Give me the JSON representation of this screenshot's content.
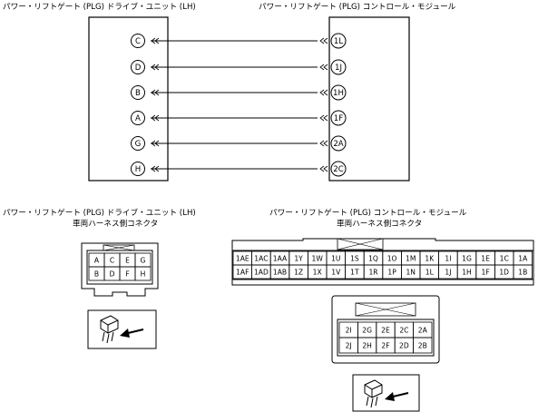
{
  "titles": {
    "left_unit": "パワー・リフトゲート (PLG) ドライブ・ユニット (LH)",
    "right_unit": "パワー・リフトゲート (PLG) コントロール・モジュール"
  },
  "wiring": [
    {
      "left": "C",
      "right": "1L"
    },
    {
      "left": "D",
      "right": "1J"
    },
    {
      "left": "B",
      "right": "1H"
    },
    {
      "left": "A",
      "right": "1F"
    },
    {
      "left": "G",
      "right": "2A"
    },
    {
      "left": "H",
      "right": "2C"
    }
  ],
  "connector_left": {
    "caption1": "パワー・リフトゲート (PLG) ドライブ・ユニット (LH)",
    "caption2": "車両ハーネス側コネクタ",
    "rows": [
      [
        "A",
        "C",
        "E",
        "G"
      ],
      [
        "B",
        "D",
        "F",
        "H"
      ]
    ]
  },
  "connector_right": {
    "caption1": "パワー・リフトゲート (PLG) コントロール・モジュール",
    "caption2": "車両ハーネス側コネクタ",
    "rows1": [
      [
        "1AE",
        "1AC",
        "1AA",
        "1Y",
        "1W",
        "1U",
        "1S",
        "1Q",
        "1O",
        "1M",
        "1K",
        "1I",
        "1G",
        "1E",
        "1C",
        "1A"
      ],
      [
        "1AF",
        "1AD",
        "1AB",
        "1Z",
        "1X",
        "1V",
        "1T",
        "1R",
        "1P",
        "1N",
        "1L",
        "1J",
        "1H",
        "1F",
        "1D",
        "1B"
      ]
    ],
    "rows2": [
      [
        "2I",
        "2G",
        "2E",
        "2C",
        "2A"
      ],
      [
        "2J",
        "2H",
        "2F",
        "2D",
        "2B"
      ]
    ]
  }
}
